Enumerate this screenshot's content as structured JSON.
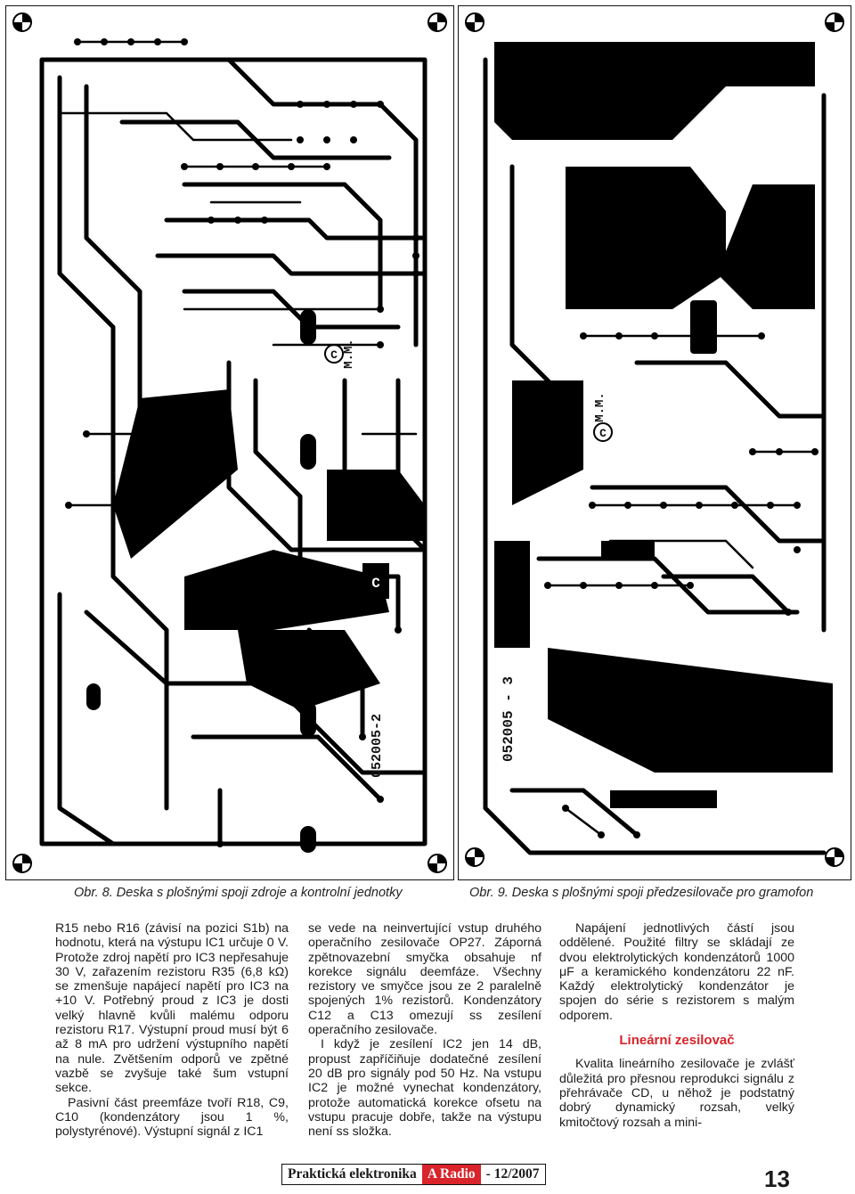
{
  "figures": {
    "fig8": {
      "board_id": "052005-2",
      "author_mark": "M.M.",
      "copyright_mark": "C",
      "caption": "Obr. 8. Deska s plošnými spoji zdroje a kontrolní jednotky"
    },
    "fig9": {
      "board_id": "052005 - 3",
      "author_mark": "M.M.",
      "copyright_mark": "C",
      "caption": "Obr. 9. Deska s plošnými spoji předzesilovače pro gramofon"
    }
  },
  "article": {
    "col1": [
      "R15 nebo R16 (závisí na pozici S1b) na hodnotu, která na výstupu IC1 určuje 0 V. Protože zdroj napětí pro IC3 nepřesahuje 30 V, zařazením rezistoru R35 (6,8 kΩ) se zmenšuje napájecí napětí pro IC3 na +10 V. Potřebný proud z IC3 je dosti velký hlavně kvůli malému odporu rezistoru R17. Výstupní proud musí být 6 až 8 mA pro udržení výstupního napětí na nule. Zvětšením odporů ve zpětné vazbě se zvyšuje také šum vstupní sekce.",
      "Pasivní část preemfáze tvoří R18, C9, C10 (kondenzátory jsou 1 %, polystyrénové). Výstupní signál z IC1"
    ],
    "col2": [
      "se vede na neinvertující vstup druhého operačního zesilovače OP27. Záporná zpětnovazební smyčka obsahuje nf korekce signálu deemfáze. Všechny rezistory ve smyčce jsou ze 2 paralelně spojených 1% rezistorů. Kondenzátory C12 a C13 omezují ss zesílení operačního zesilovače.",
      "I když je zesílení IC2 jen 14 dB, propust zapříčiňuje dodatečné zesílení 20 dB pro signály pod 50 Hz. Na vstupu IC2 je možné vynechat kondenzátory, protože automatická korekce ofsetu na vstupu pracuje dobře, takže na výstupu není ss složka."
    ],
    "col3_lead": "Napájení jednotlivých částí jsou oddělené. Použité filtry se skládají ze dvou elektrolytických kondenzátorů 1000 μF a keramického kondenzátoru 22 nF. Každý elektrolytický kondenzátor je spojen do série s rezistorem s malým odporem.",
    "col3_heading": "Lineární zesilovač",
    "col3_body": "Kvalita lineárního zesilovače je zvlášť důležitá pro přesnou reprodukci signálu z přehrávače CD, u něhož je podstatný dobrý dynamický rozsah, velký kmitočtový rozsah a mini-"
  },
  "footer": {
    "magazine": "Praktická elektronika",
    "radio": "A Radio",
    "issue": "- 12/2007",
    "page_number": "13",
    "accent_color": "#d8242a"
  }
}
